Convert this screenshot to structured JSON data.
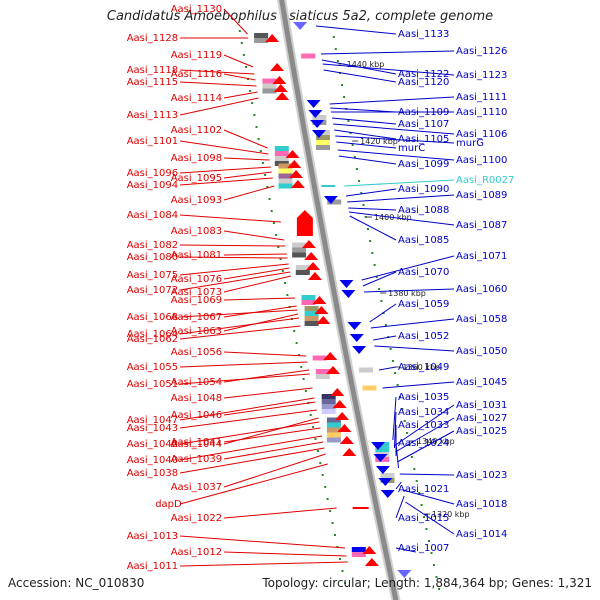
{
  "title": "Candidatus Amoebophilus asiaticus 5a2, complete genome",
  "accession": "Accession: NC_010830",
  "summary": "Topology: circular; Length: 1,884,364 bp; Genes: 1,321",
  "colors": {
    "reverse_label": "#e00000",
    "forward_label": "#0000c8",
    "rna_label": "#33cccc",
    "backbone": "#9a9a9a",
    "tick_dot": "#228b22"
  },
  "ruler_labels": [
    {
      "text": "1440 kbp",
      "row": 64
    },
    {
      "text": "1420 kbp",
      "row": 141
    },
    {
      "text": "1400 kbp",
      "row": 217
    },
    {
      "text": "1380 kbp",
      "row": 293
    },
    {
      "text": "1360 kbp",
      "row": 367
    },
    {
      "text": "1340 kbp",
      "row": 441
    },
    {
      "text": "1320 kbp",
      "row": 514
    }
  ],
  "left_labels": [
    {
      "text": "Aasi_1130",
      "row": 12,
      "feature_row": 34
    },
    {
      "text": "Aasi_1128",
      "row": 41,
      "feature_row": 38
    },
    {
      "text": "Aasi_1119",
      "row": 58,
      "feature_row": 67
    },
    {
      "text": "Aasi_1118",
      "row": 73,
      "feature_row": 74
    },
    {
      "text": "Aasi_1116",
      "row": 77,
      "feature_row": 80
    },
    {
      "text": "Aasi_1115",
      "row": 85,
      "feature_row": 86
    },
    {
      "text": "Aasi_1114",
      "row": 101,
      "feature_row": 92
    },
    {
      "text": "Aasi_1113",
      "row": 118,
      "feature_row": 98
    },
    {
      "text": "Aasi_1102",
      "row": 133,
      "feature_row": 148
    },
    {
      "text": "Aasi_1101",
      "row": 144,
      "feature_row": 154
    },
    {
      "text": "Aasi_1098",
      "row": 161,
      "feature_row": 160
    },
    {
      "text": "Aasi_1096",
      "row": 176,
      "feature_row": 167
    },
    {
      "text": "Aasi_1095",
      "row": 181,
      "feature_row": 172
    },
    {
      "text": "Aasi_1094",
      "row": 188,
      "feature_row": 178
    },
    {
      "text": "Aasi_1093",
      "row": 203,
      "feature_row": 186
    },
    {
      "text": "Aasi_1084",
      "row": 218,
      "feature_row": 222
    },
    {
      "text": "Aasi_1083",
      "row": 234,
      "feature_row": 240
    },
    {
      "text": "Aasi_1082",
      "row": 248,
      "feature_row": 246
    },
    {
      "text": "Aasi_1081",
      "row": 258,
      "feature_row": 254
    },
    {
      "text": "Aasi_1080",
      "row": 260,
      "feature_row": 258
    },
    {
      "text": "Aasi_1076",
      "row": 282,
      "feature_row": 268
    },
    {
      "text": "Aasi_1075",
      "row": 278,
      "feature_row": 264
    },
    {
      "text": "Aasi_1073",
      "row": 295,
      "feature_row": 276
    },
    {
      "text": "Aasi_1072",
      "row": 293,
      "feature_row": 272
    },
    {
      "text": "Aasi_1069",
      "row": 303,
      "feature_row": 298
    },
    {
      "text": "Aasi_1068",
      "row": 320,
      "feature_row": 310
    },
    {
      "text": "Aasi_1067",
      "row": 320,
      "feature_row": 306
    },
    {
      "text": "Aasi_1064",
      "row": 337,
      "feature_row": 318
    },
    {
      "text": "Aasi_1063",
      "row": 334,
      "feature_row": 314
    },
    {
      "text": "Aasi_1062",
      "row": 342,
      "feature_row": 326
    },
    {
      "text": "Aasi_1056",
      "row": 355,
      "feature_row": 356
    },
    {
      "text": "Aasi_1055",
      "row": 370,
      "feature_row": 362
    },
    {
      "text": "Aasi_1054",
      "row": 385,
      "feature_row": 370
    },
    {
      "text": "Aasi_1051",
      "row": 387,
      "feature_row": 374
    },
    {
      "text": "Aasi_1048",
      "row": 401,
      "feature_row": 388
    },
    {
      "text": "Aasi_1047",
      "row": 423,
      "feature_row": 398
    },
    {
      "text": "Aasi_1046",
      "row": 418,
      "feature_row": 402
    },
    {
      "text": "Aasi_1043",
      "row": 431,
      "feature_row": 410
    },
    {
      "text": "Aasi_1044",
      "row": 447,
      "feature_row": 418
    },
    {
      "text": "Aasi_1042",
      "row": 447,
      "feature_row": 422
    },
    {
      "text": "Aasi_1041",
      "row": 445,
      "feature_row": 428
    },
    {
      "text": "Aasi_1040",
      "row": 463,
      "feature_row": 436
    },
    {
      "text": "Aasi_1039",
      "row": 462,
      "feature_row": 442
    },
    {
      "text": "Aasi_1038",
      "row": 476,
      "feature_row": 448
    },
    {
      "text": "Aasi_1037",
      "row": 490,
      "feature_row": 454
    },
    {
      "text": "dapD",
      "row": 507,
      "feature_row": 464
    },
    {
      "text": "Aasi_1022",
      "row": 521,
      "feature_row": 508
    },
    {
      "text": "Aasi_1013",
      "row": 539,
      "feature_row": 548
    },
    {
      "text": "Aasi_1012",
      "row": 555,
      "feature_row": 556
    },
    {
      "text": "Aasi_1011",
      "row": 569,
      "feature_row": 562
    }
  ],
  "right_labels": [
    {
      "text": "Aasi_1133",
      "row": 37,
      "feature_row": 26
    },
    {
      "text": "Aasi_1126",
      "row": 54,
      "feature_row": 54
    },
    {
      "text": "Aasi_1122",
      "row": 77,
      "feature_row": 60
    },
    {
      "text": "Aasi_1123",
      "row": 78,
      "feature_row": 64
    },
    {
      "text": "Aasi_1120",
      "row": 85,
      "feature_row": 70
    },
    {
      "text": "Aasi_1111",
      "row": 100,
      "feature_row": 104
    },
    {
      "text": "Aasi_1109",
      "row": 115,
      "feature_row": 108
    },
    {
      "text": "Aasi_1110",
      "row": 115,
      "feature_row": 112
    },
    {
      "text": "Aasi_1107",
      "row": 127,
      "feature_row": 118
    },
    {
      "text": "Aasi_1106",
      "row": 137,
      "feature_row": 124
    },
    {
      "text": "Aasi_1105",
      "row": 142,
      "feature_row": 130
    },
    {
      "text": "murG",
      "row": 146,
      "feature_row": 136
    },
    {
      "text": "murC",
      "row": 151,
      "feature_row": 142
    },
    {
      "text": "Aasi_1100",
      "row": 163,
      "feature_row": 150
    },
    {
      "text": "Aasi_1099",
      "row": 167,
      "feature_row": 156
    },
    {
      "text": "Aasi_R0027",
      "row": 183,
      "feature_row": 186,
      "rna": true
    },
    {
      "text": "Aasi_1090",
      "row": 192,
      "feature_row": 196
    },
    {
      "text": "Aasi_1089",
      "row": 198,
      "feature_row": 202
    },
    {
      "text": "Aasi_1088",
      "row": 213,
      "feature_row": 208
    },
    {
      "text": "Aasi_1087",
      "row": 228,
      "feature_row": 212
    },
    {
      "text": "Aasi_1085",
      "row": 243,
      "feature_row": 216
    },
    {
      "text": "Aasi_1071",
      "row": 259,
      "feature_row": 280
    },
    {
      "text": "Aasi_1070",
      "row": 275,
      "feature_row": 286
    },
    {
      "text": "Aasi_1060",
      "row": 292,
      "feature_row": 292
    },
    {
      "text": "Aasi_1059",
      "row": 307,
      "feature_row": 322
    },
    {
      "text": "Aasi_1058",
      "row": 322,
      "feature_row": 328
    },
    {
      "text": "Aasi_1052",
      "row": 339,
      "feature_row": 340
    },
    {
      "text": "Aasi_1050",
      "row": 354,
      "feature_row": 346
    },
    {
      "text": "Aasi_1049",
      "row": 370,
      "feature_row": 370
    },
    {
      "text": "Aasi_1045",
      "row": 385,
      "feature_row": 388
    },
    {
      "text": "Aasi_1035",
      "row": 400,
      "feature_row": 440
    },
    {
      "text": "Aasi_1031",
      "row": 408,
      "feature_row": 446
    },
    {
      "text": "Aasi_1034",
      "row": 415,
      "feature_row": 448
    },
    {
      "text": "Aasi_1027",
      "row": 421,
      "feature_row": 452
    },
    {
      "text": "Aasi_1033",
      "row": 428,
      "feature_row": 456
    },
    {
      "text": "Aasi_1025",
      "row": 434,
      "feature_row": 462
    },
    {
      "text": "Aasi_1024",
      "row": 446,
      "feature_row": 468
    },
    {
      "text": "Aasi_1023",
      "row": 478,
      "feature_row": 474
    },
    {
      "text": "Aasi_1021",
      "row": 492,
      "feature_row": 482
    },
    {
      "text": "Aasi_1018",
      "row": 507,
      "feature_row": 490
    },
    {
      "text": "Aasi_1015",
      "row": 521,
      "feature_row": 496
    },
    {
      "text": "Aasi_1014",
      "row": 537,
      "feature_row": 502
    },
    {
      "text": "Aasi_1007",
      "row": 551,
      "feature_row": 552
    }
  ],
  "reverse_features": [
    {
      "row": 38,
      "color": "#ff0000",
      "kind": "arrow"
    },
    {
      "row": 67,
      "color": "#ff0000",
      "kind": "arrow"
    },
    {
      "row": 80,
      "color": "#ff0000",
      "kind": "arrow"
    },
    {
      "row": 88,
      "color": "#ff0000",
      "kind": "arrow"
    },
    {
      "row": 96,
      "color": "#ff0000",
      "kind": "arrow"
    },
    {
      "row": 154,
      "color": "#ff0000",
      "kind": "arrow"
    },
    {
      "row": 164,
      "color": "#ff0000",
      "kind": "arrow"
    },
    {
      "row": 174,
      "color": "#ff0000",
      "kind": "arrow"
    },
    {
      "row": 184,
      "color": "#ff0000",
      "kind": "arrow"
    },
    {
      "row": 222,
      "color": "#ff0000",
      "kind": "big"
    },
    {
      "row": 244,
      "color": "#ff0000",
      "kind": "arrow"
    },
    {
      "row": 256,
      "color": "#ff0000",
      "kind": "arrow"
    },
    {
      "row": 266,
      "color": "#ff0000",
      "kind": "arrow"
    },
    {
      "row": 276,
      "color": "#ff0000",
      "kind": "arrow"
    },
    {
      "row": 300,
      "color": "#ff0000",
      "kind": "arrow"
    },
    {
      "row": 310,
      "color": "#ff0000",
      "kind": "arrow"
    },
    {
      "row": 320,
      "color": "#ff0000",
      "kind": "arrow"
    },
    {
      "row": 356,
      "color": "#ff0000",
      "kind": "arrow"
    },
    {
      "row": 370,
      "color": "#ff0000",
      "kind": "arrow"
    },
    {
      "row": 392,
      "color": "#ff0000",
      "kind": "arrow"
    },
    {
      "row": 404,
      "color": "#ff0000",
      "kind": "arrow"
    },
    {
      "row": 416,
      "color": "#ff0000",
      "kind": "arrow"
    },
    {
      "row": 428,
      "color": "#ff0000",
      "kind": "arrow"
    },
    {
      "row": 440,
      "color": "#ff0000",
      "kind": "arrow"
    },
    {
      "row": 452,
      "color": "#ff0000",
      "kind": "arrow"
    },
    {
      "row": 508,
      "color": "#ff0000",
      "kind": "thin"
    },
    {
      "row": 550,
      "color": "#ff0000",
      "kind": "arrow"
    },
    {
      "row": 562,
      "color": "#ff0000",
      "kind": "arrow"
    }
  ],
  "forward_features": [
    {
      "row": 26,
      "color": "#6666ff",
      "kind": "arrow"
    },
    {
      "row": 104,
      "color": "#0000ee",
      "kind": "arrow"
    },
    {
      "row": 114,
      "color": "#0000ee",
      "kind": "arrow"
    },
    {
      "row": 124,
      "color": "#0000ee",
      "kind": "arrow"
    },
    {
      "row": 134,
      "color": "#0000ee",
      "kind": "arrow"
    },
    {
      "row": 186,
      "color": "#33cccc",
      "kind": "thin"
    },
    {
      "row": 200,
      "color": "#0000ee",
      "kind": "arrow"
    },
    {
      "row": 284,
      "color": "#0000ee",
      "kind": "arrow"
    },
    {
      "row": 294,
      "color": "#0000ee",
      "kind": "arrow"
    },
    {
      "row": 326,
      "color": "#0000ee",
      "kind": "arrow"
    },
    {
      "row": 338,
      "color": "#0000ee",
      "kind": "arrow"
    },
    {
      "row": 350,
      "color": "#0000ee",
      "kind": "arrow"
    },
    {
      "row": 446,
      "color": "#0000ee",
      "kind": "arrow"
    },
    {
      "row": 458,
      "color": "#0000ee",
      "kind": "arrow"
    },
    {
      "row": 470,
      "color": "#0000ee",
      "kind": "arrow"
    },
    {
      "row": 482,
      "color": "#0000ee",
      "kind": "arrow"
    },
    {
      "row": 494,
      "color": "#0000ee",
      "kind": "arrow"
    },
    {
      "row": 574,
      "color": "#6666ff",
      "kind": "arrow"
    }
  ],
  "reverse_blocks": [
    {
      "row": 38,
      "colors": [
        "#555555",
        "#999999"
      ]
    },
    {
      "row": 86,
      "colors": [
        "#ff69b4",
        "#cccccc",
        "#999999"
      ]
    },
    {
      "row": 156,
      "colors": [
        "#33cccc",
        "#ff69b4",
        "#cccccc",
        "#555555"
      ]
    },
    {
      "row": 176,
      "colors": [
        "#cc9966",
        "#ffff66",
        "#996699",
        "#cccccc",
        "#33cccc"
      ]
    },
    {
      "row": 250,
      "colors": [
        "#cccccc",
        "#999999",
        "#555555"
      ]
    },
    {
      "row": 270,
      "colors": [
        "#cccccc",
        "#555555"
      ]
    },
    {
      "row": 300,
      "colors": [
        "#33cccc",
        "#ff69b4"
      ]
    },
    {
      "row": 316,
      "colors": [
        "#999966",
        "#33cccc",
        "#cc9966",
        "#555555"
      ]
    },
    {
      "row": 358,
      "colors": [
        "#ff69b4"
      ]
    },
    {
      "row": 374,
      "colors": [
        "#ff69b4",
        "#cccccc"
      ]
    },
    {
      "row": 404,
      "colors": [
        "#333366",
        "#666699",
        "#9999cc",
        "#ccccff"
      ]
    },
    {
      "row": 430,
      "colors": [
        "#666699",
        "#33cccc",
        "#cc9966",
        "#ffcc66",
        "#9999cc"
      ]
    },
    {
      "row": 552,
      "colors": [
        "#0000ee",
        "#ff69b4"
      ]
    }
  ],
  "forward_blocks": [
    {
      "row": 56,
      "colors": [
        "#ff69b4"
      ]
    },
    {
      "row": 120,
      "colors": [
        "#cccccc",
        "#999999"
      ]
    },
    {
      "row": 140,
      "colors": [
        "#cccccc",
        "#999966",
        "#ffff66",
        "#999999"
      ]
    },
    {
      "row": 202,
      "colors": [
        "#999999"
      ]
    },
    {
      "row": 370,
      "colors": [
        "#cccccc"
      ]
    },
    {
      "row": 388,
      "colors": [
        "#ffcc66"
      ]
    },
    {
      "row": 452,
      "colors": [
        "#33cccc",
        "#33cccc",
        "#cccccc",
        "#ff69b4"
      ]
    },
    {
      "row": 478,
      "colors": [
        "#cccccc",
        "#999966"
      ]
    }
  ]
}
